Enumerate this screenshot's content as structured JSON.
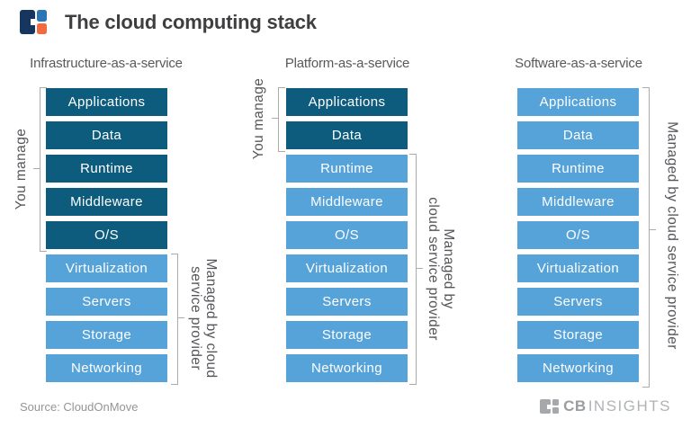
{
  "header": {
    "title": "The cloud computing stack",
    "logo_name": "cb-insights-logo"
  },
  "colors": {
    "dark_blue": "#0d5c7e",
    "light_blue": "#56a3da",
    "bracket_gray": "#ababab",
    "heading_gray": "#58595b",
    "label_gray": "#55565a",
    "title_color": "#3f3f41",
    "source_gray": "#939598",
    "brand_gray": "#a6a8ab",
    "logo_navy": "#16365f",
    "logo_blue": "#2e75b5",
    "logo_orange": "#f16a41"
  },
  "columns": [
    {
      "heading": "Infrastructure-as-a-service",
      "you_manage_label": "You manage",
      "managed_label_line1": "Managed by cloud",
      "managed_label_line2": "service provider",
      "layers": [
        {
          "label": "Applications",
          "zone": "you"
        },
        {
          "label": "Data",
          "zone": "you"
        },
        {
          "label": "Runtime",
          "zone": "you"
        },
        {
          "label": "Middleware",
          "zone": "you"
        },
        {
          "label": "O/S",
          "zone": "you"
        },
        {
          "label": "Virtualization",
          "zone": "provider"
        },
        {
          "label": "Servers",
          "zone": "provider"
        },
        {
          "label": "Storage",
          "zone": "provider"
        },
        {
          "label": "Networking",
          "zone": "provider"
        }
      ]
    },
    {
      "heading": "Platform-as-a-service",
      "you_manage_label": "You manage",
      "managed_label_line1": "Managed by",
      "managed_label_line2": "cloud service provider",
      "layers": [
        {
          "label": "Applications",
          "zone": "you"
        },
        {
          "label": "Data",
          "zone": "you"
        },
        {
          "label": "Runtime",
          "zone": "provider"
        },
        {
          "label": "Middleware",
          "zone": "provider"
        },
        {
          "label": "O/S",
          "zone": "provider"
        },
        {
          "label": "Virtualization",
          "zone": "provider"
        },
        {
          "label": "Servers",
          "zone": "provider"
        },
        {
          "label": "Storage",
          "zone": "provider"
        },
        {
          "label": "Networking",
          "zone": "provider"
        }
      ]
    },
    {
      "heading": "Software-as-a-service",
      "managed_label": "Managed by cloud service provider",
      "layers": [
        {
          "label": "Applications",
          "zone": "provider"
        },
        {
          "label": "Data",
          "zone": "provider"
        },
        {
          "label": "Runtime",
          "zone": "provider"
        },
        {
          "label": "Middleware",
          "zone": "provider"
        },
        {
          "label": "O/S",
          "zone": "provider"
        },
        {
          "label": "Virtualization",
          "zone": "provider"
        },
        {
          "label": "Servers",
          "zone": "provider"
        },
        {
          "label": "Storage",
          "zone": "provider"
        },
        {
          "label": "Networking",
          "zone": "provider"
        }
      ]
    }
  ],
  "footer": {
    "source": "Source: CloudOnMove",
    "brand_cb": "CB",
    "brand_insights": "INSIGHTS"
  }
}
